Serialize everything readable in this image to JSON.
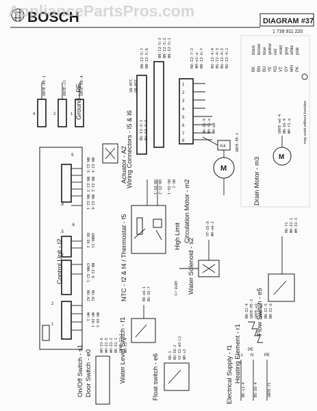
{
  "watermark": "AppliancePartsPros.com",
  "header": {
    "brand": "BOSCH",
    "diagram_label": "DIAGRAM #37",
    "part_number": "1 739 911 220"
  },
  "titles": {
    "control_unit": "Control Unit - I2",
    "ground": "Ground - PE",
    "wiring_connectors": "Wiring Connectors - I5 & I6",
    "actuator": "Actuator - A2",
    "ntc": "NTC - f2 & f4 / Thermostat - f5",
    "high_limit": "High Limit",
    "water_level": "Water Level Switch - f1",
    "on_off": "On/Off Switch - s1",
    "door_switch": "Door Switch - e0",
    "circulation_motor": "Circulation Motor - m2",
    "drain_motor": "Drain Motor - m3",
    "water_solenoid": "Water Solenoid - s2",
    "flow_switch": "Flow Switch - e5",
    "heating_element": "Heating Element - r1",
    "float_switch": "Float switch - e6",
    "electrical_supply": "Electrical Supply - f1"
  },
  "legend": {
    "items": [
      {
        "code": "BK",
        "name": "black"
      },
      {
        "code": "BN",
        "name": "brown"
      },
      {
        "code": "BU",
        "name": "blue"
      },
      {
        "code": "YE",
        "name": "yellow"
      },
      {
        "code": "RD",
        "name": "red"
      },
      {
        "code": "VT",
        "name": "violet"
      },
      {
        "code": "GY",
        "name": "grey"
      },
      {
        "code": "WH",
        "name": "white"
      },
      {
        "code": "PK",
        "name": "pink"
      }
    ],
    "footnote": "may exist without function"
  },
  "labels": {
    "ground_wires": [
      "GNYE-PE-1",
      "GNYE-c1",
      "GNYE-PE-4"
    ],
    "ground_pins": [
      "4",
      "2",
      "1"
    ],
    "connector_wires": [
      "BN-I2-5:7",
      "BN-I2-5:6",
      "BN-I2-5:3",
      "BN-I2-5:2",
      "BN-I2-5:1",
      "RD-I2-7:2",
      "WH-e1-a",
      "BN-I2-6:7",
      "BU-I2-4:4",
      "BU-I2-4:3",
      "BU-I2-4:2",
      "BU-I2-4:1"
    ],
    "connector_pins": [
      "1",
      "2",
      "3",
      "4",
      "5",
      "6",
      "7",
      "8"
    ],
    "connector_left": [
      "GN-NTC",
      "GN-NTC",
      "BU-I2-2:1",
      "BU-I2-2:2"
    ],
    "control_pins": [
      "1",
      "2",
      ".5",
      ".6",
      ".7",
      ".8",
      "9"
    ],
    "control_wires_top": [
      "BN-I2-5",
      "BN-I2-4",
      "BN-I2-3",
      "BN-I2-2",
      "BN-I2-1",
      "BN-I2-6"
    ],
    "control_wires_mid": [
      "RD-I6-1",
      "GNBK-11",
      "GYBK-I2-1",
      "BN-I2-8"
    ],
    "control_wires_low": [
      "BU-A2",
      "BU-A2",
      "WH-1",
      "WH-I6-1",
      "WH-I6-2"
    ],
    "ntc_wires": [
      "GN-I5-1",
      "GN-I5-2",
      "RD-I6-1",
      "RD-1"
    ],
    "water_level_wires": [
      "RD-e6-1",
      "BU-I6-7"
    ],
    "switch_wires": [
      "WH-I2-6",
      "WH-I2-5",
      "WH-I2-2",
      "BK-I2-1",
      "GNYE-I2-1",
      "WH-I2-4"
    ],
    "circ_wires": [
      "BK-I6-9",
      "WH-f1-a",
      "WH-e8"
    ],
    "circ_m": "M",
    "circ_pe": "GNYE-PE-1",
    "circ_conn": "K4",
    "drain_wires": [
      "GNYE-e6-4",
      "BN-I6-9",
      "WH-f1-a"
    ],
    "drain_m": "M",
    "solenoid_wires": [
      "GNYE-r1",
      "VT-I6-8",
      "WH-e6-2"
    ],
    "flow_wires": [
      "RD-f1",
      "WH-I2-1",
      "WH-I2-3"
    ],
    "heater_wires": [
      "BN-I2-4",
      "GNYE-PE-3",
      "GNYE-e2",
      "GNYE-e2",
      "BN-I2-5",
      "BN-I2-6"
    ],
    "heater_pe": "PE",
    "float_wires": [
      "RD-1",
      "BU-I6-2",
      "GY-I2-m3-L1",
      "WH-s2"
    ],
    "supply_wires": [
      "BK-s1-4",
      "BU-I6-4",
      "GNYE-f1"
    ],
    "supply_terms": [
      "L1",
      "N",
      "PE"
    ]
  }
}
